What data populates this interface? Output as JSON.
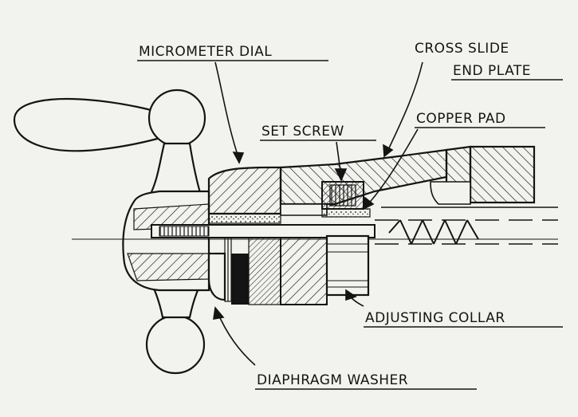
{
  "labels": {
    "micrometer_dial": "MICROMETER DIAL",
    "cross_slide_line1": "CROSS SLIDE",
    "cross_slide_line2": "END PLATE",
    "copper_pad": "COPPER PAD",
    "set_screw": "SET SCREW",
    "adjusting_collar": "ADJUSTING COLLAR",
    "diaphragm_washer": "DIAPHRAGM WASHER"
  },
  "colors": {
    "paper": "#f2f2ee",
    "ink": "#141414"
  }
}
